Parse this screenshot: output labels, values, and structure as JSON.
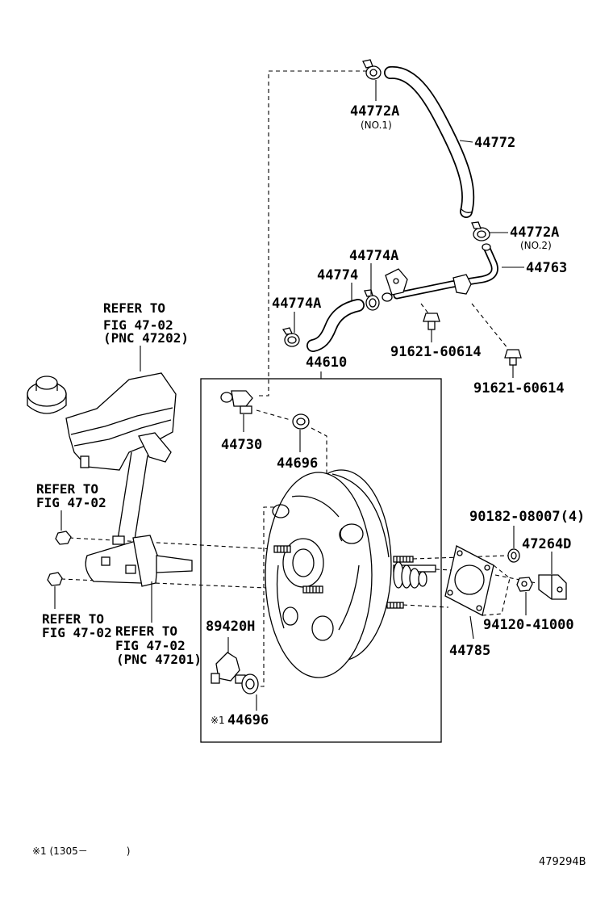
{
  "labels": {
    "hose_clamp_no1": {
      "part": "44772A",
      "note": "(NO.1)"
    },
    "vacuum_hose_main": "44772",
    "hose_clamp_no2": {
      "part": "44772A",
      "note": "(NO.2)"
    },
    "vacuum_pipe": "44763",
    "hose_clamp_upper": "44774A",
    "vacuum_hose_short": "44774",
    "hose_clamp_lower": "44774A",
    "bolt_upper": "91621-60614",
    "bolt_lower": "91621-60614",
    "booster_assy": "44610",
    "check_valve": "44730",
    "grommet_upper": "44696",
    "booster_nut": "90182-08007(4)",
    "clevis": "47264D",
    "clevis_nut": "94120-41000",
    "gasket": "44785",
    "sensor": "89420H",
    "grommet_lower": {
      "marker": "※1",
      "part": "44696"
    }
  },
  "references": [
    {
      "lines": [
        "REFER TO",
        "FIG 47-02",
        "(PNC 47202)"
      ]
    },
    {
      "lines": [
        "REFER TO",
        "FIG 47-02"
      ]
    },
    {
      "lines": [
        "REFER TO",
        "FIG 47-02"
      ]
    },
    {
      "lines": [
        "REFER TO",
        "FIG 47-02",
        "(PNC 47201)"
      ]
    }
  ],
  "footnote": "※1 (1305－　　　　)",
  "illustration_id": "479294B"
}
